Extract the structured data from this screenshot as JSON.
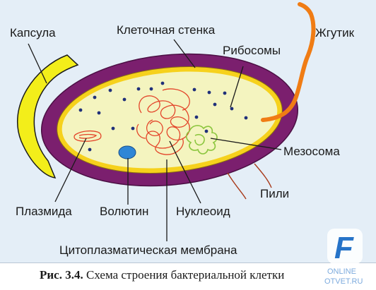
{
  "labels": {
    "capsule": "Капсула",
    "cell_wall": "Клеточная стенка",
    "ribosomes": "Рибосомы",
    "flagellum": "Жгутик",
    "mesosome": "Мезосома",
    "pili": "Пили",
    "plasmid": "Плазмида",
    "volutin": "Волютин",
    "nucleoid": "Нуклеоид",
    "cytoplasmic_membrane": "Цитоплазматическая мембрана"
  },
  "caption": {
    "figure_number": "Рис. 3.4.",
    "text": "Схема строения бактериальной клетки"
  },
  "watermark": {
    "letter": "F",
    "line1": "ONLINE",
    "line2": "OTVET.RU"
  },
  "colors": {
    "background": "#e4eef7",
    "capsule": "#f3ee1a",
    "cell_wall": "#7b1f6e",
    "membrane": "#f6d11c",
    "cytoplasm": "#f4f4bf",
    "flagellum": "#f07c14",
    "dna": "#e3452a",
    "ribosome": "#20307a",
    "mesosome": "#8cc63f",
    "volutin": "#2f86d6",
    "leader": "#1a1a1a",
    "watermark": "#2673c8"
  }
}
